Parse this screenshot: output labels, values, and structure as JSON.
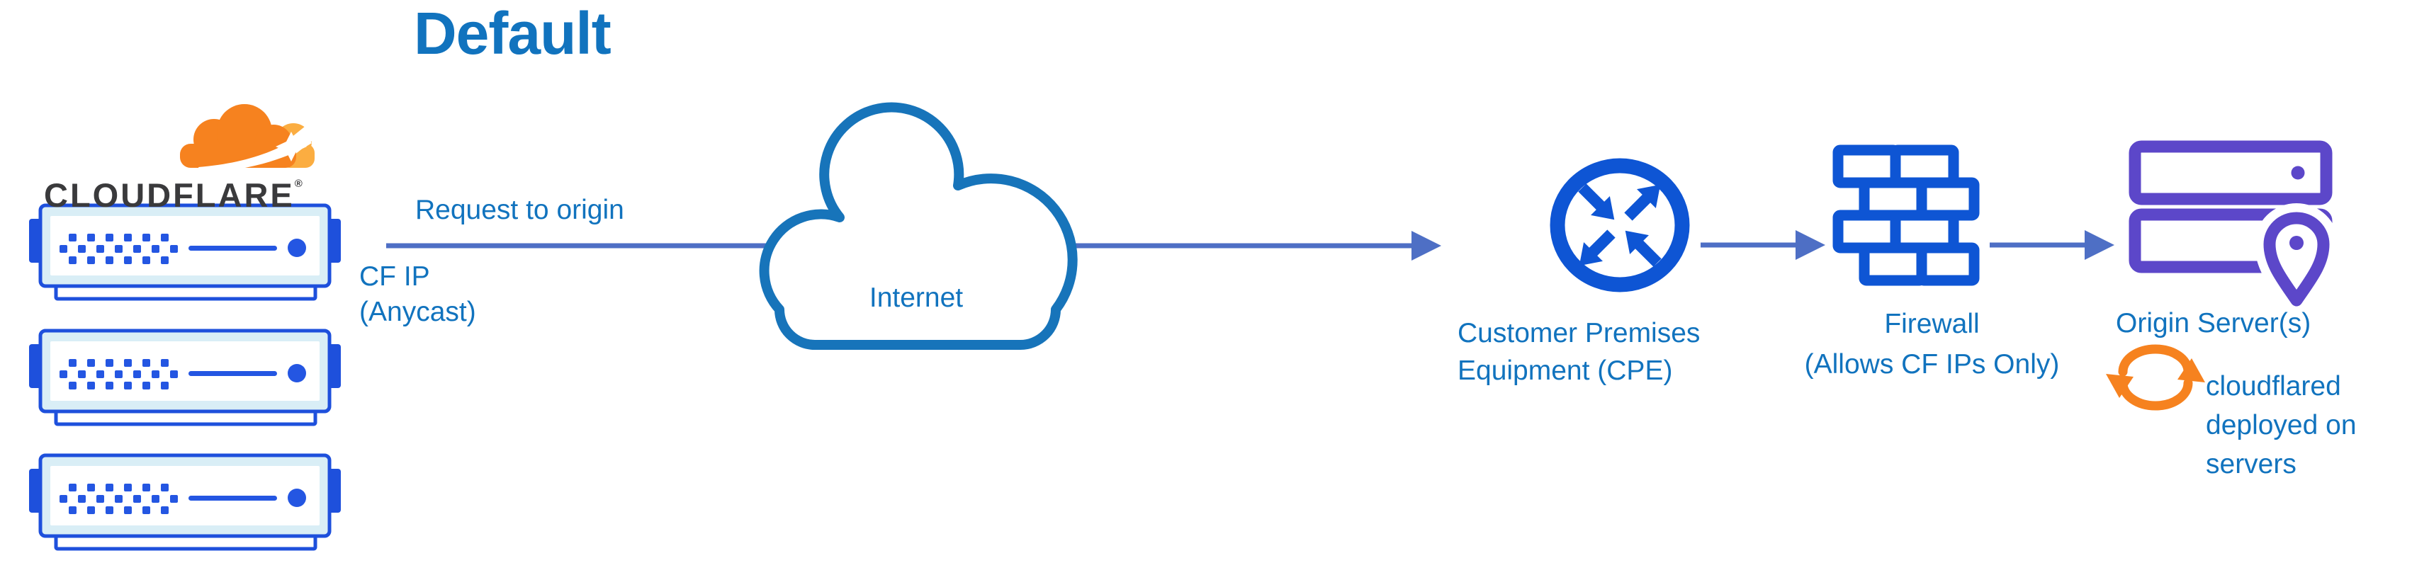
{
  "title": "Default",
  "logo": {
    "wordmark": "CLOUDFLARE",
    "registered_mark": "®"
  },
  "flow": {
    "request_label": "Request to origin",
    "anycast_line1": "CF IP",
    "anycast_line2": "(Anycast)"
  },
  "nodes": {
    "cloudflare_servers": {
      "icon": "cf-edge-server-icon",
      "count": 3
    },
    "internet": {
      "icon": "internet-cloud-icon",
      "label": "Internet"
    },
    "cpe": {
      "icon": "router-arrows-icon",
      "label_line1": "Customer Premises",
      "label_line2": "Equipment (CPE)"
    },
    "firewall": {
      "icon": "brick-wall-icon",
      "label_line1": "Firewall",
      "label_line2": "(Allows CF IPs Only)"
    },
    "origin": {
      "icon": "origin-servers-pin-icon",
      "label": "Origin Server(s)"
    },
    "cloudflared": {
      "icon": "sync-arrows-icon",
      "note_line1": "cloudflared",
      "note_line2": "deployed on",
      "note_line3": "servers"
    }
  },
  "colors": {
    "label_blue": "#1173BE",
    "cloud_stroke_blue": "#1774BA",
    "icon_royal_blue": "#0E55D4",
    "server_blue": "#1E50DC",
    "server_fill": "#D9EEF6",
    "arrow_slate_blue": "#4E6FC5",
    "origin_purple": "#5C47C9",
    "brand_orange": "#F6821F",
    "brand_orange_light": "#FBAD41",
    "wordmark_dark": "#3A3A3C"
  }
}
